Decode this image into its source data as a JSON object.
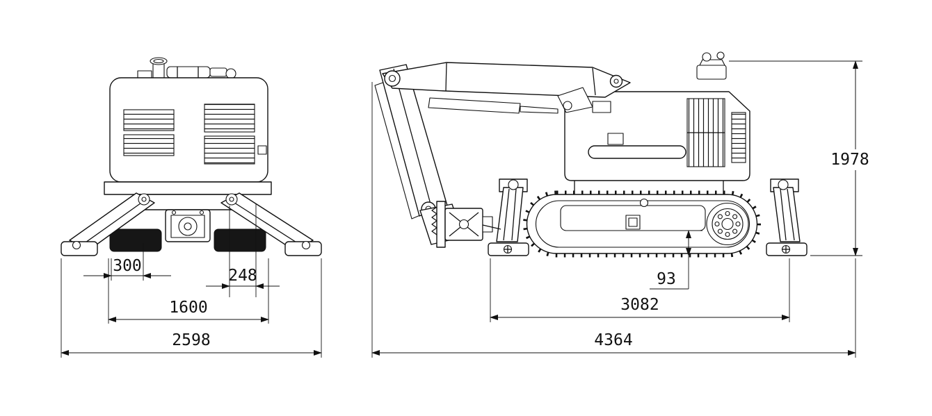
{
  "colors": {
    "background": "#ffffff",
    "ink": "#111111"
  },
  "dimensions": {
    "front_view": {
      "outrigger_offset": "300",
      "pad_width": "248",
      "support_span": "1600",
      "overall_width": "2598"
    },
    "side_view": {
      "ground_clearance": "93",
      "base_length": "3082",
      "overall_length": "4364",
      "overall_height": "1978"
    }
  }
}
